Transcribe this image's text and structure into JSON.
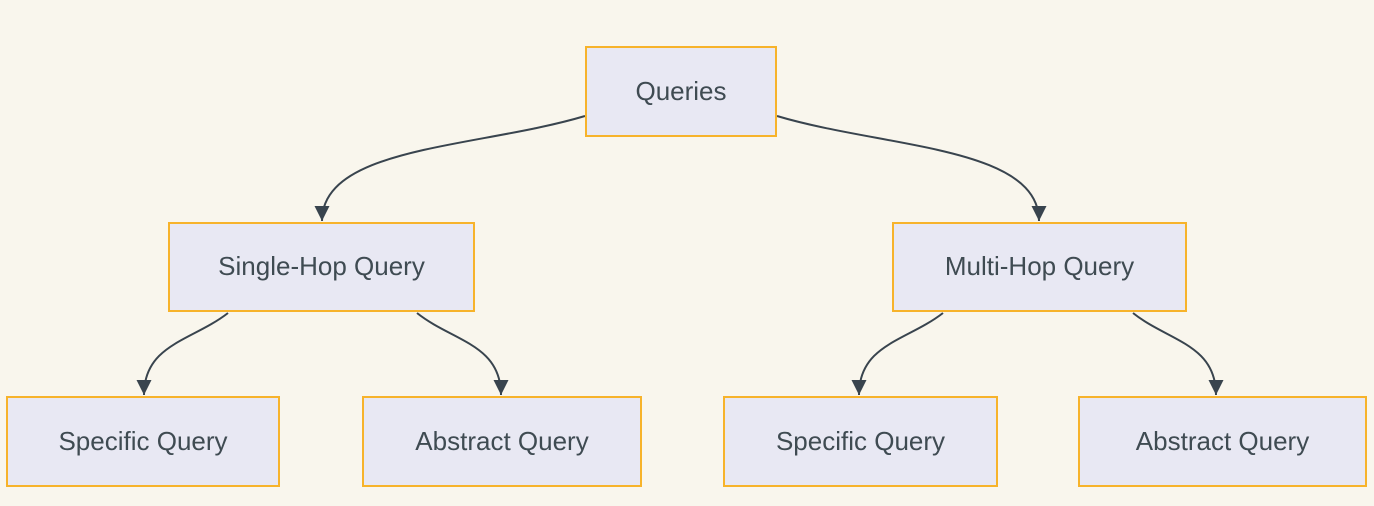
{
  "diagram": {
    "type": "flowchart-tree",
    "direction": "top-down",
    "nodes": [
      {
        "id": "queries",
        "label": "Queries"
      },
      {
        "id": "single-hop-query",
        "label": "Single-Hop Query"
      },
      {
        "id": "multi-hop-query",
        "label": "Multi-Hop Query"
      },
      {
        "id": "single-hop-specific-query",
        "label": "Specific Query"
      },
      {
        "id": "single-hop-abstract-query",
        "label": "Abstract Query"
      },
      {
        "id": "multi-hop-specific-query",
        "label": "Specific Query"
      },
      {
        "id": "multi-hop-abstract-query",
        "label": "Abstract Query"
      }
    ],
    "edges": [
      {
        "from": "Queries",
        "to": "Single-Hop Query"
      },
      {
        "from": "Queries",
        "to": "Multi-Hop Query"
      },
      {
        "from": "Single-Hop Query",
        "to": "Specific Query"
      },
      {
        "from": "Single-Hop Query",
        "to": "Abstract Query"
      },
      {
        "from": "Multi-Hop Query",
        "to": "Specific Query"
      },
      {
        "from": "Multi-Hop Query",
        "to": "Abstract Query"
      }
    ],
    "colors": {
      "background": "#F9F6ED",
      "node_fill": "#E8E8F3",
      "node_border": "#F7B32B",
      "edge": "#39444E",
      "text": "#3F4B52"
    }
  }
}
